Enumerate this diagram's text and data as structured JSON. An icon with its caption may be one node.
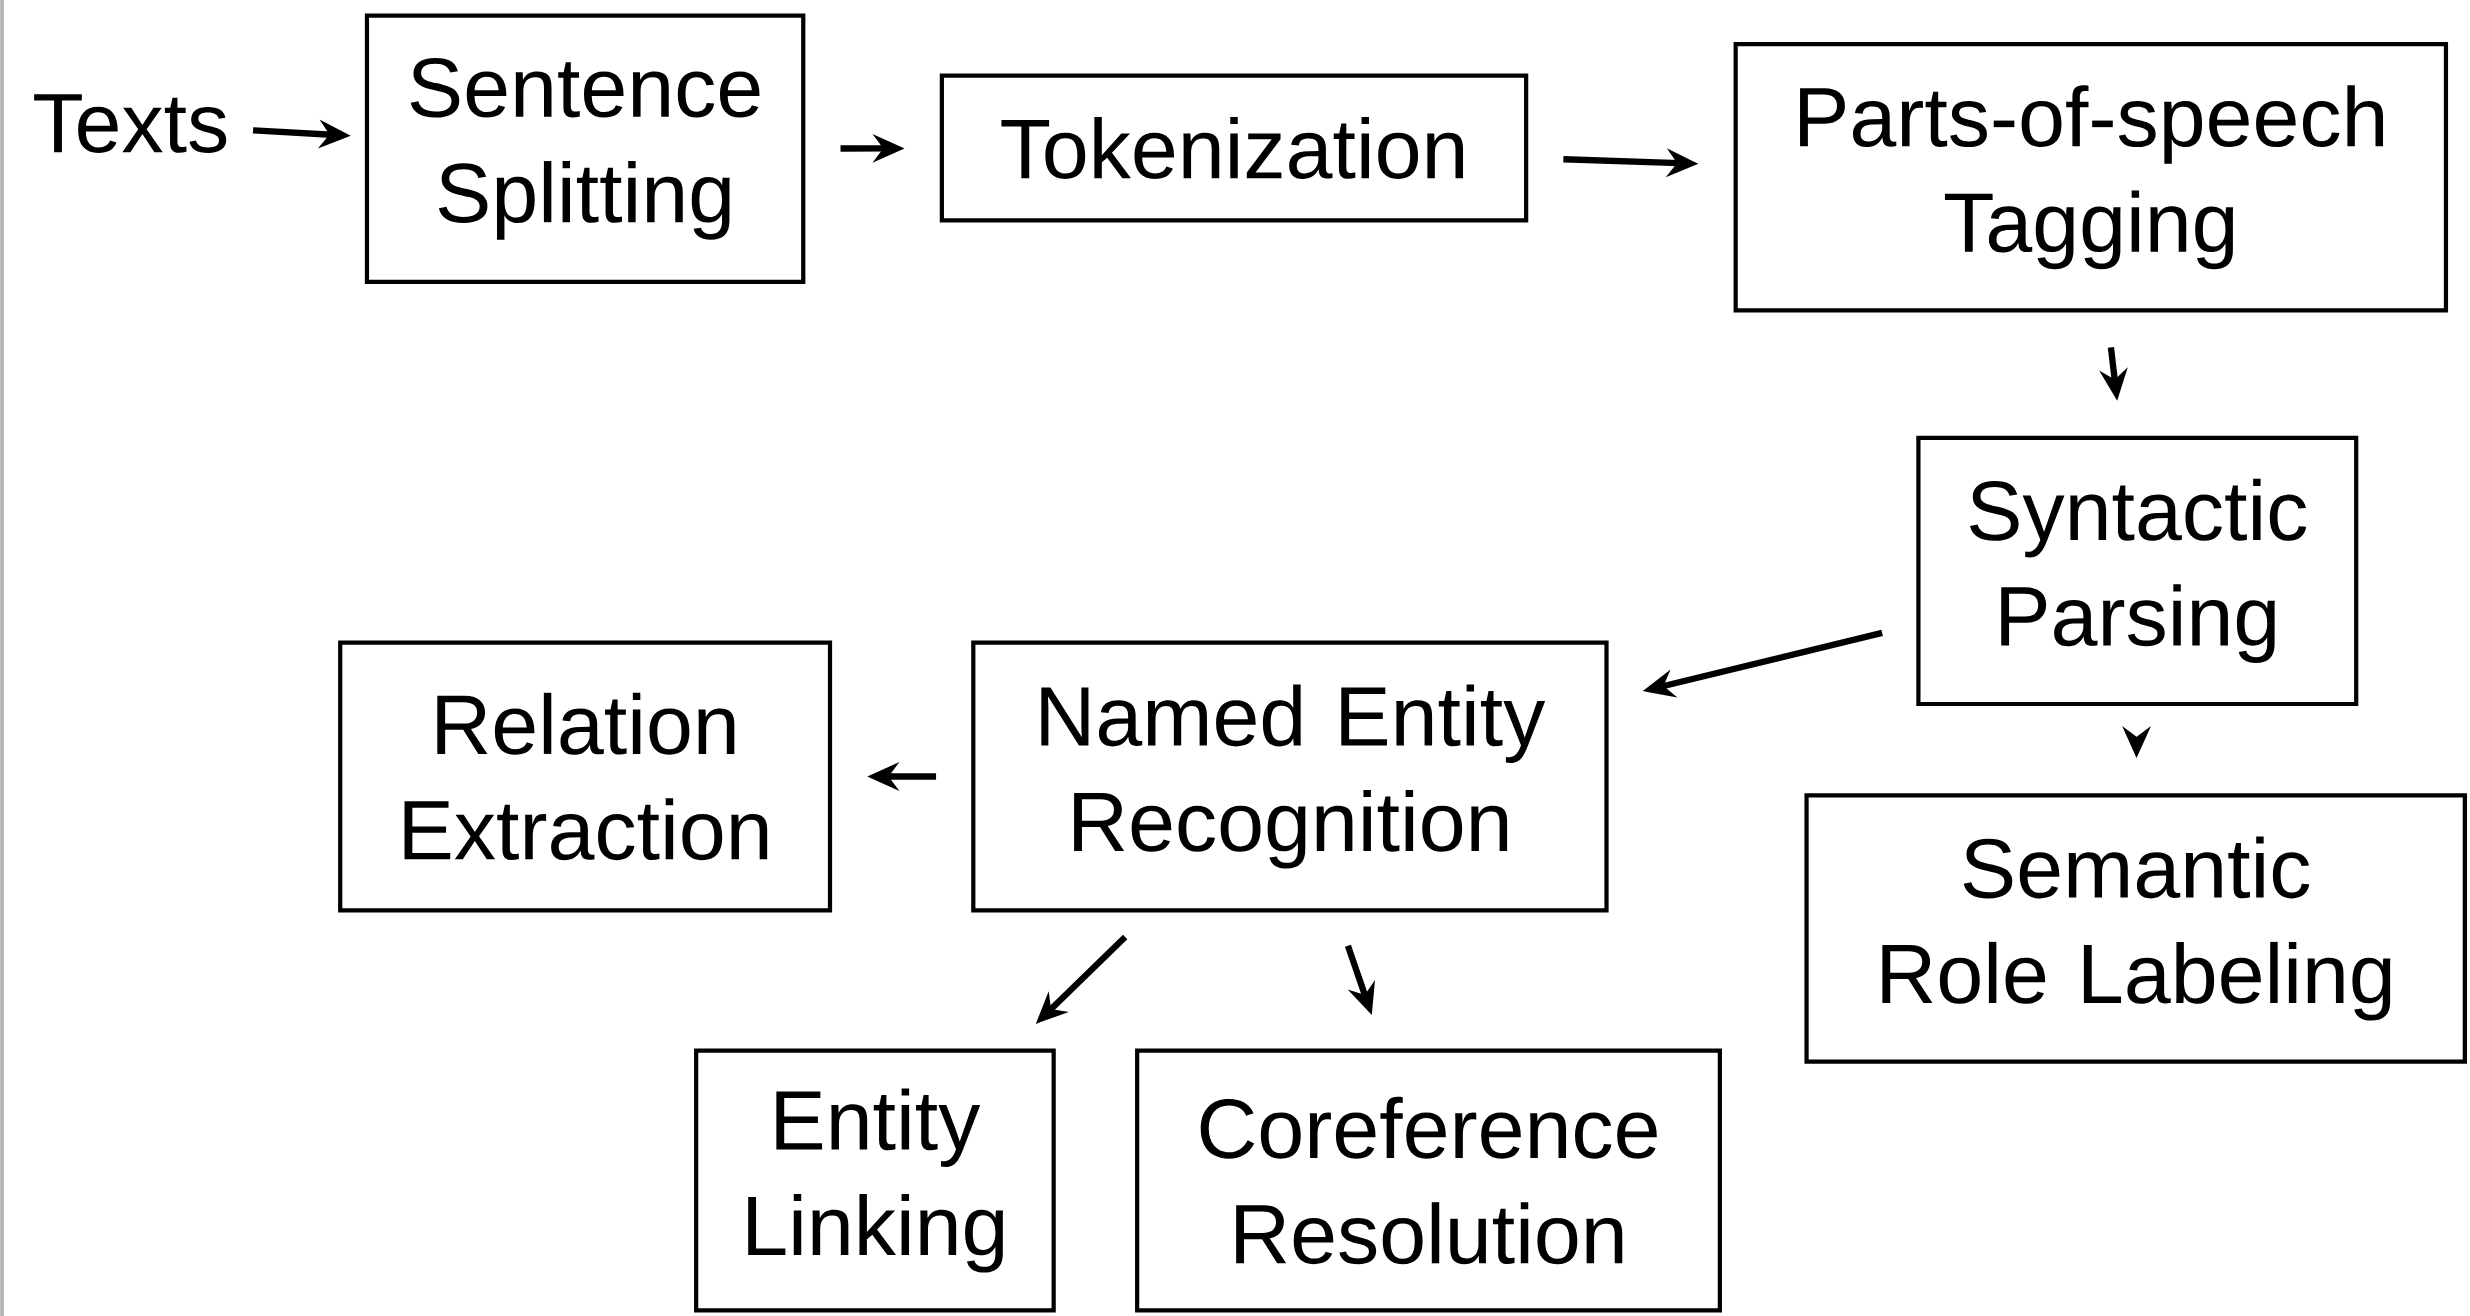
{
  "diagram": {
    "nodes": [
      {
        "text": [
          "Texts"
        ]
      },
      {
        "text": [
          "Sentence Splitting"
        ]
      },
      {
        "text": [
          "Tokenization"
        ]
      },
      {
        "text": [
          "Parts-of-speech Tagging"
        ]
      },
      {
        "text": [
          "Syntactic Parsing"
        ]
      },
      {
        "text": [
          "Named Entity Recognition"
        ]
      },
      {
        "text": [
          "Relation Extraction"
        ]
      },
      {
        "text": [
          "Semantic Role Labeling"
        ]
      },
      {
        "text": [
          "Entity Linking"
        ]
      },
      {
        "text": [
          "Coreference Resolution"
        ]
      }
    ],
    "edges": [
      {
        "from": 0,
        "to": 1,
        "arrow": "to"
      },
      {
        "from": 1,
        "to": 2,
        "arrow": "to"
      },
      {
        "from": 2,
        "to": 3,
        "arrow": "to"
      },
      {
        "from": 3,
        "to": 4,
        "arrow": "to"
      },
      {
        "from": 4,
        "to": 5,
        "arrow": "to"
      },
      {
        "from": 4,
        "to": 7,
        "arrow": "to"
      },
      {
        "from": 5,
        "to": 6,
        "arrow": "to"
      },
      {
        "from": 5,
        "to": 8,
        "arrow": "to"
      },
      {
        "from": 5,
        "to": 9,
        "arrow": "to"
      }
    ]
  }
}
